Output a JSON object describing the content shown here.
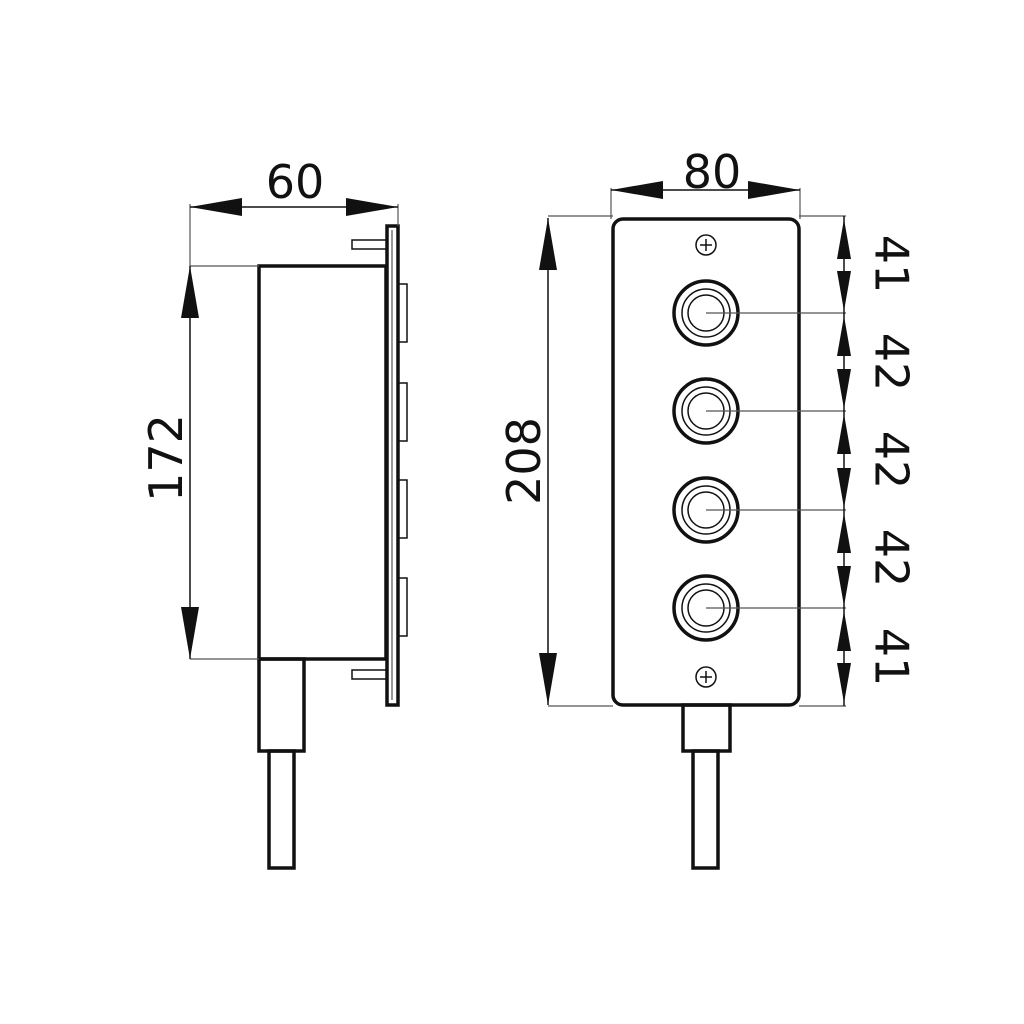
{
  "side_view": {
    "dim_width": "60",
    "dim_height": "172"
  },
  "front_view": {
    "dim_width": "80",
    "dim_height": "208",
    "dim_spacings": [
      "41",
      "42",
      "42",
      "42",
      "41"
    ],
    "button_count": 4
  }
}
